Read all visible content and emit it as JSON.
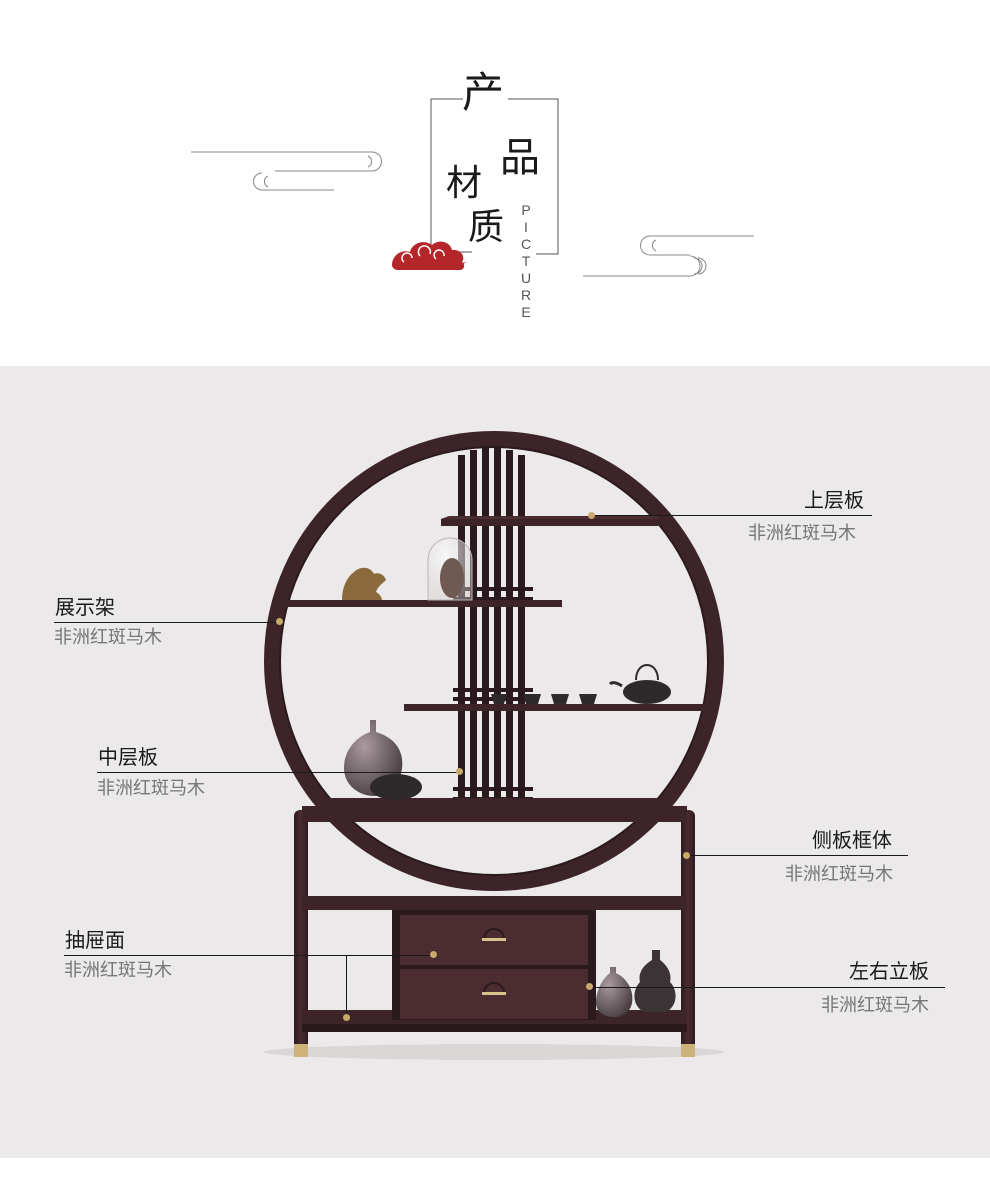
{
  "header": {
    "title_chars": [
      "产",
      "品",
      "材",
      "质"
    ],
    "subtitle_vertical": "PICTURE"
  },
  "callouts": {
    "upper_shelf": {
      "label": "上层板",
      "material": "非洲红斑马木"
    },
    "display_rack": {
      "label": "展示架",
      "material": "非洲红斑马木"
    },
    "middle_shelf": {
      "label": "中层板",
      "material": "非洲红斑马木"
    },
    "side_frame": {
      "label": "侧板框体",
      "material": "非洲红斑马木"
    },
    "drawer_front": {
      "label": "抽屉面",
      "material": "非洲红斑马木"
    },
    "side_panels": {
      "label": "左右立板",
      "material": "非洲红斑马木"
    }
  },
  "colors": {
    "wood": "#3d2428",
    "wood_dark": "#2b1a1d",
    "accent_dot": "#c7a96a",
    "cloud_red": "#b5262b",
    "photo_bg": "#ebe9e9",
    "line": "#1a1a1a"
  },
  "icons": [
    "auspicious-cloud-icon"
  ]
}
